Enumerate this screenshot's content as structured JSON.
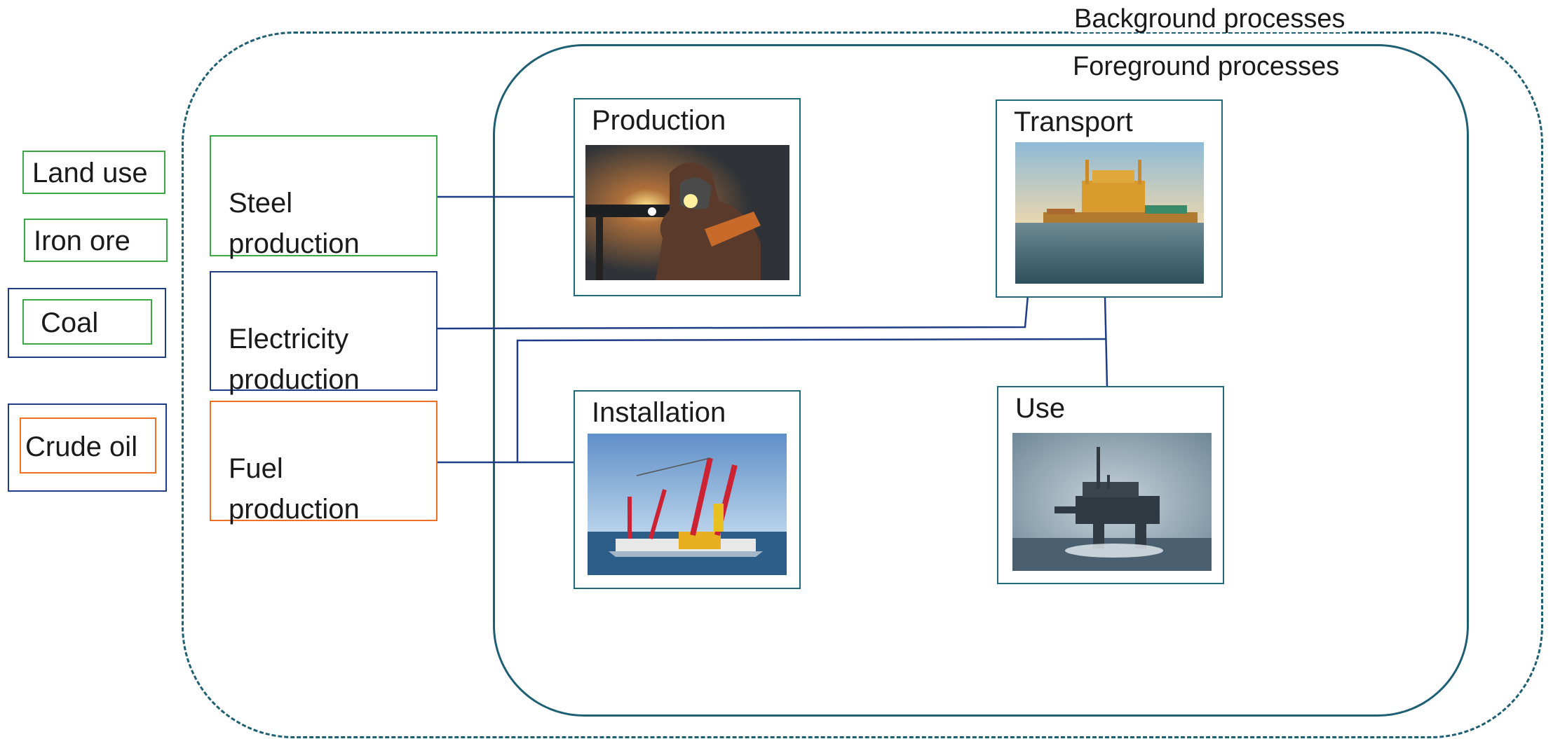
{
  "regions": {
    "background": "Background processes",
    "foreground": "Foreground processes"
  },
  "resources": {
    "land_use": "Land use",
    "iron_ore": "Iron ore",
    "coal": "Coal",
    "crude_oil": "Crude oil"
  },
  "background_processes": {
    "steel": "Steel\nproduction",
    "electricity": "Electricity\nproduction",
    "fuel": "Fuel\nproduction"
  },
  "foreground_processes": {
    "production": "Production",
    "transport": "Transport",
    "installation": "Installation",
    "use": "Use"
  },
  "colors": {
    "outer_border": "#1f5f73",
    "inner_border": "#1f5f73",
    "teal": "#1f6b7a",
    "navy": "#1f3c88",
    "green": "#3aa845",
    "orange": "#f07020",
    "wire": "#1f3c88"
  },
  "images": {
    "production": "welder-photo",
    "transport": "barge-photo",
    "installation": "crane-vessel-photo",
    "use": "offshore-platform-photo"
  }
}
